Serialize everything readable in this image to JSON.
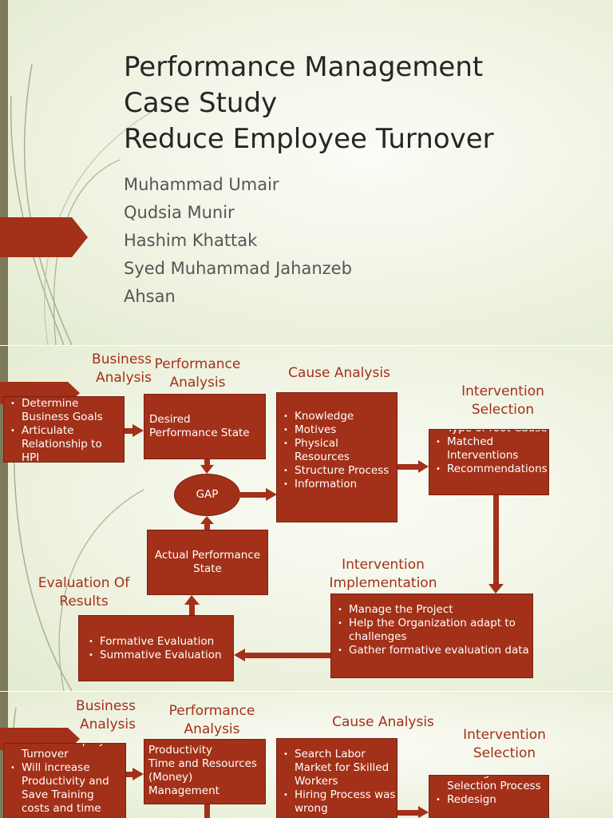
{
  "slide1": {
    "title_lines": [
      "Performance Management",
      "Case Study",
      "Reduce Employee Turnover"
    ],
    "authors": [
      "Muhammad Umair",
      "Qudsia Munir",
      "Hashim Khattak",
      "Syed Muhammad Jahanzeb",
      "Ahsan"
    ]
  },
  "slide2": {
    "business_analysis": {
      "heading": [
        "Business",
        "Analysis"
      ],
      "items": [
        "Determine Business Goals",
        "Articulate Relationship to HPI"
      ]
    },
    "performance_analysis": {
      "heading": [
        "Performance",
        "Analysis"
      ]
    },
    "desired_state": "Desired Performance State",
    "gap": "GAP",
    "actual_state": "Actual Performance State",
    "cause_analysis": {
      "heading": "Cause Analysis",
      "items": [
        "Knowledge",
        "Motives",
        "Physical Resources",
        "Structure Process",
        "Information"
      ]
    },
    "intervention_selection": {
      "heading": [
        "Intervention",
        "Selection"
      ],
      "items": [
        "Type of root Cause",
        "Matched Interventions",
        "Recommendations"
      ]
    },
    "intervention_implementation": {
      "heading": [
        "Intervention",
        "Implementation"
      ],
      "items": [
        "Manage the Project",
        "Help the Organization adapt to challenges",
        "Gather formative evaluation data"
      ]
    },
    "evaluation": {
      "heading": [
        "Evaluation Of",
        "Results"
      ],
      "items": [
        "Formative Evaluation",
        "Summative Evaluation"
      ]
    }
  },
  "slide3": {
    "business_analysis": {
      "heading": [
        "Business",
        "Analysis"
      ],
      "items": [
        "Reduce Employee Turnover",
        "Will increase Productivity and Save Training costs and time"
      ]
    },
    "performance_analysis": {
      "heading": [
        "Performance",
        "Analysis"
      ],
      "box_lines": [
        "Productivity",
        "Time and Resources (Money) Management"
      ]
    },
    "cause_analysis": {
      "heading": "Cause Analysis",
      "items": [
        "Search Labor Market for Skilled Workers",
        "Hiring Process was wrong"
      ]
    },
    "intervention_selection": {
      "heading": [
        "Intervention",
        "Selection"
      ],
      "items": [
        "Redesign Selection Process",
        "Redesign"
      ]
    }
  }
}
